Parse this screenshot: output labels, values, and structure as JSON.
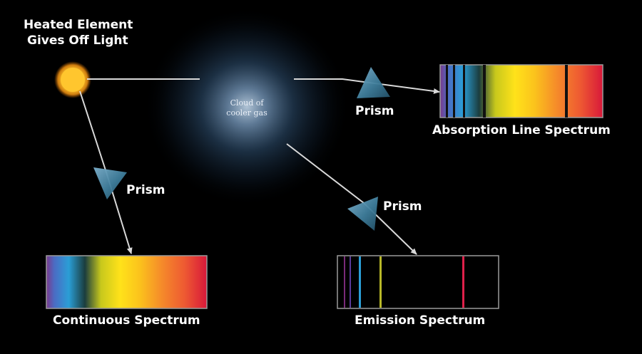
{
  "source": {
    "title_line1": "Heated Element",
    "title_line2": "Gives Off Light",
    "color": "#ffc62e"
  },
  "cloud": {
    "line1": "Cloud of",
    "line2": "cooler gas"
  },
  "prisms": {
    "left_label": "Prism",
    "top_right_label": "Prism",
    "middle_label": "Prism"
  },
  "spectra": {
    "continuous": {
      "label": "Continuous Spectrum"
    },
    "absorption": {
      "label": "Absorption Line Spectrum"
    },
    "emission": {
      "label": "Emission Spectrum"
    }
  },
  "colors": {
    "background": "#000000",
    "ray": "#d9d9d9",
    "prism": "#3f7e9c",
    "spectrum_border": "#9a9a9a"
  }
}
